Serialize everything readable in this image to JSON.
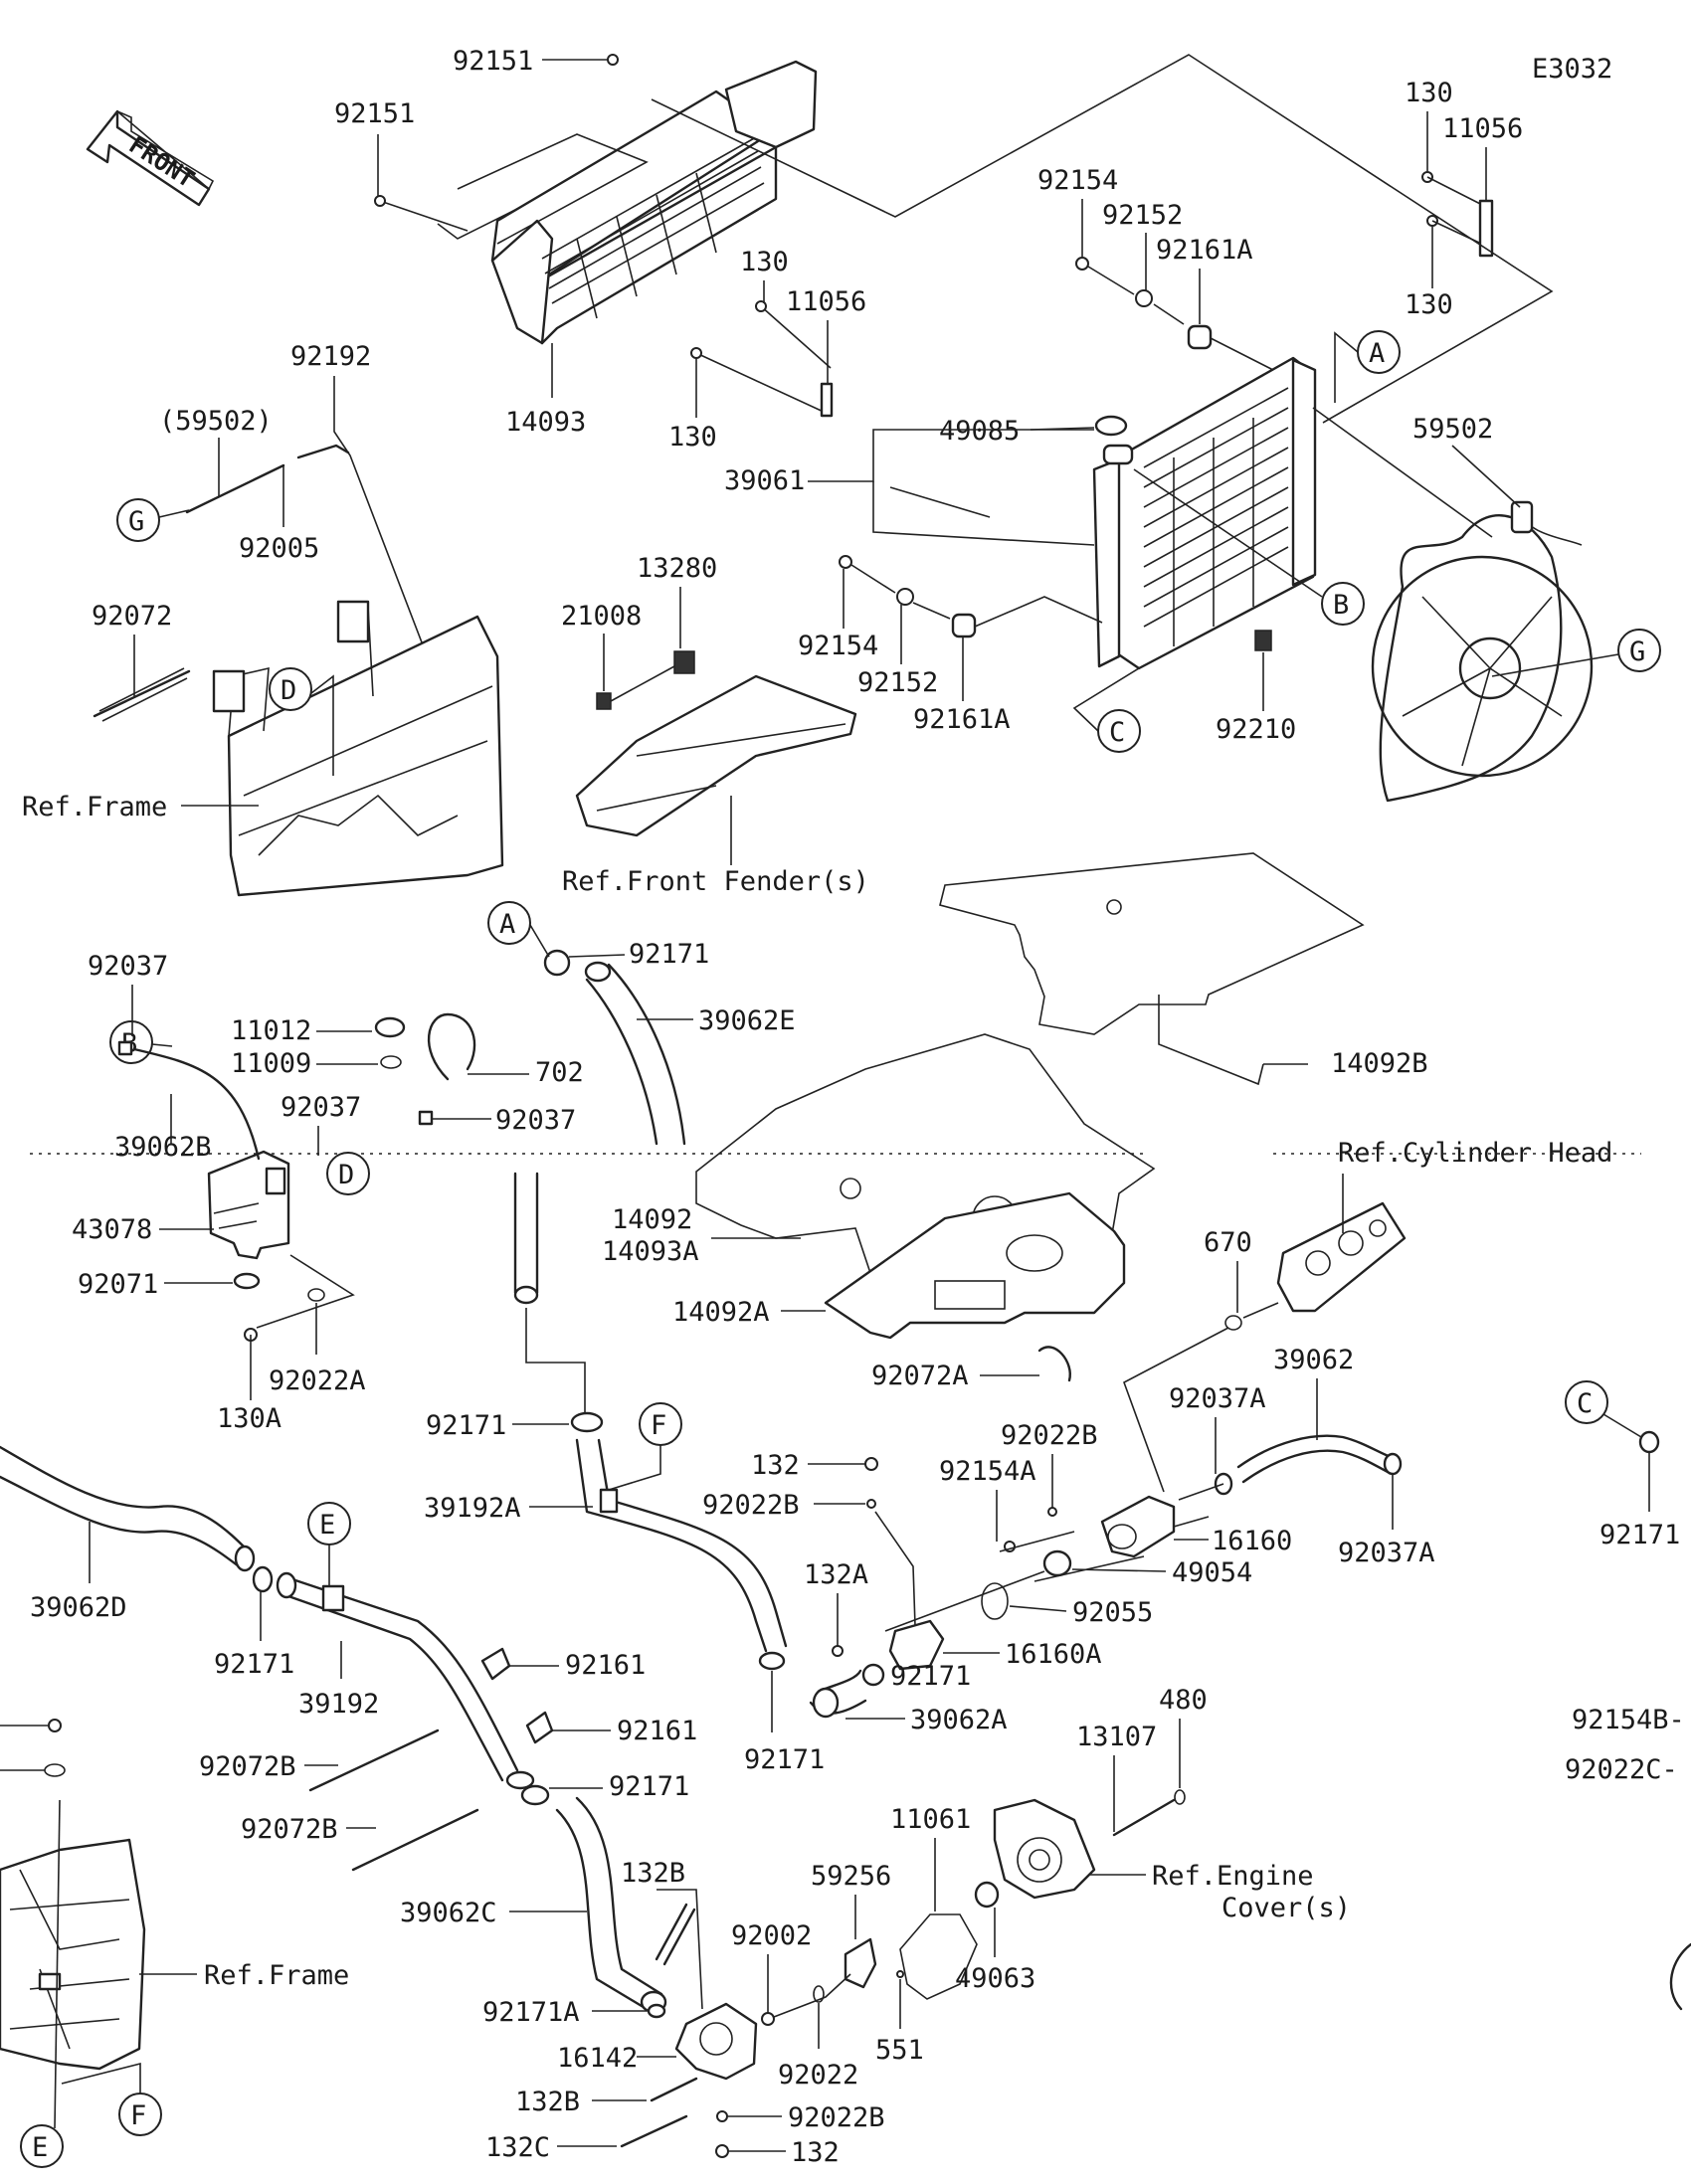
{
  "diagram_code": "E3032",
  "front_label": "FRONT",
  "refs": {
    "A": "A",
    "B": "B",
    "C": "C",
    "D": "D",
    "E": "E",
    "F": "F",
    "G": "G"
  },
  "labels": {
    "p92151_a": "92151",
    "p92151_b": "92151",
    "p14093": "14093",
    "p130_a": "130",
    "p11056_a": "11056",
    "p130_b": "130",
    "p130_c": "130",
    "p11056_b": "11056",
    "p130_d": "130",
    "p92154_a": "92154",
    "p92152_a": "92152",
    "p92161A_a": "92161A",
    "p49085": "49085",
    "p39061": "39061",
    "p59502": "59502",
    "p59502_paren": "(59502)",
    "p92192": "92192",
    "p92005": "92005",
    "p92072": "92072",
    "ref_frame_a": "Ref.Frame",
    "p13280": "13280",
    "p21008": "21008",
    "ref_front_fender": "Ref.Front Fender(s)",
    "p92154_b": "92154",
    "p92152_b": "92152",
    "p92161A_b": "92161A",
    "p92210": "92210",
    "p92171_a": "92171",
    "p39062E": "39062E",
    "p14092B": "14092B",
    "p92037_a": "92037",
    "p11012": "11012",
    "p11009": "11009",
    "p702": "702",
    "p92037_b": "92037",
    "p92037_c": "92037",
    "p39062B": "39062B",
    "p43078": "43078",
    "p92071": "92071",
    "p92022A": "92022A",
    "p130A": "130A",
    "p14092": "14092",
    "p14093A": "14093A",
    "p14092A": "14092A",
    "ref_cyl_head": "Ref.Cylinder Head",
    "p670": "670",
    "p92072A": "92072A",
    "p39062": "39062",
    "p92037A_a": "92037A",
    "p92037A_b": "92037A",
    "p92171_c_right": "92171",
    "p92171_b": "92171",
    "p39192A": "39192A",
    "p132_a": "132",
    "p92022B_a": "92022B",
    "p92022B_b": "92022B",
    "p92154A": "92154A",
    "p16160": "16160",
    "p49054": "49054",
    "p92055": "92055",
    "p132A": "132A",
    "p16160A": "16160A",
    "p92171_d": "92171",
    "p39062A": "39062A",
    "p92171_e": "92171",
    "p39062D": "39062D",
    "p92171_f": "92171",
    "p39192": "39192",
    "p92161_a": "92161",
    "p92161_b": "92161",
    "p92171_g": "92171",
    "p92072B_a": "92072B",
    "p92072B_b": "92072B",
    "p39062C": "39062C",
    "ref_frame_b": "Ref.Frame",
    "p132B_a": "132B",
    "p92171A": "92171A",
    "p16142": "16142",
    "p132B_b": "132B",
    "p132C": "132C",
    "p92022B_c": "92022B",
    "p132_b": "132",
    "p92002": "92002",
    "p92022": "92022",
    "p59256": "59256",
    "p551": "551",
    "p11061": "11061",
    "p49063": "49063",
    "p13107": "13107",
    "p480": "480",
    "ref_engine_cover_1": "Ref.Engine",
    "ref_engine_cover_2": "Cover(s)",
    "p92154B": "92154B-",
    "p92022C": "92022C-"
  }
}
